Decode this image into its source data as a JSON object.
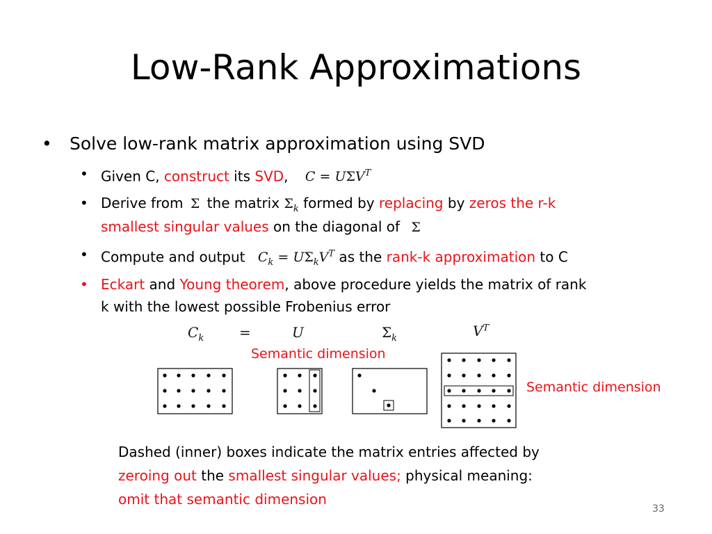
{
  "slide": {
    "title": "Low-Rank Approximations",
    "page_number": "33"
  },
  "bullets": {
    "main": "Solve low-rank matrix approximation using SVD",
    "b1": {
      "a": "Given C, ",
      "b": "construct",
      "c": " its ",
      "d": "SVD",
      "e": ","
    },
    "b2": {
      "a": "Derive from ",
      "b": " the matrix ",
      "c": " formed by ",
      "d": "replacing",
      "e": " by ",
      "f": "zeros the r-k",
      "g": "smallest singular values",
      "h": " on the diagonal of "
    },
    "b3": {
      "a": "Compute and output ",
      "b": " as the ",
      "c": "rank-k approximation",
      "d": " to C"
    },
    "b4": {
      "a": "Eckart",
      "b": " and ",
      "c": "Young theorem",
      "d": ", above procedure yields the matrix of rank",
      "e": "k with the lowest possible Frobenius error"
    }
  },
  "equation": {
    "ck": "C",
    "k": "k",
    "eq": "=",
    "u": "U",
    "sigma": "Σ",
    "v": "V",
    "t": "T"
  },
  "labels": {
    "semantic_top": "Semantic dimension",
    "semantic_right": "Semantic dimension"
  },
  "caption": {
    "l1": "Dashed (inner) boxes indicate the matrix entries affected by",
    "l2a": "zeroing out",
    "l2b": " the ",
    "l2c": "smallest singular values;",
    "l2d": " physical meaning:",
    "l3": "omit that semantic dimension"
  },
  "colors": {
    "accent": "#e8131a",
    "text": "#000000"
  }
}
